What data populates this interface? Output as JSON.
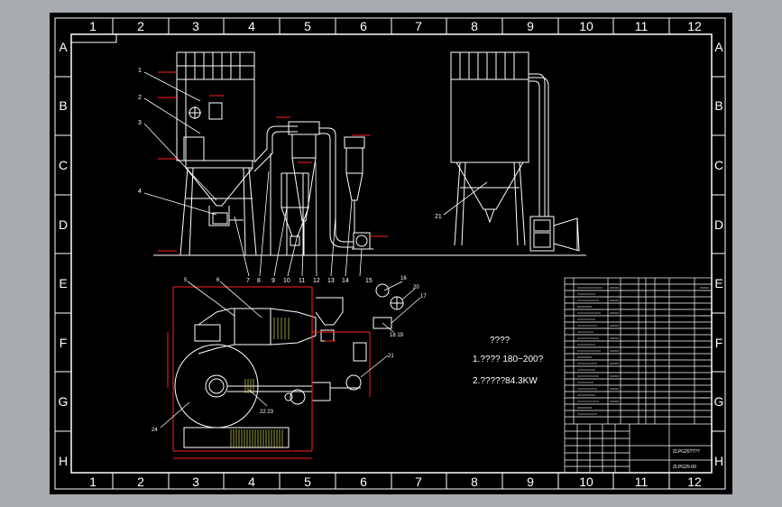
{
  "colors": {
    "viewport_bg": "#a7abb0",
    "sheet_bg": "#000000",
    "line": "#ffffff",
    "dimension": "#ff2020",
    "hatch": "#ffff66",
    "note": "#ffffff"
  },
  "grid": {
    "columns": [
      "1",
      "2",
      "3",
      "4",
      "5",
      "6",
      "7",
      "8",
      "9",
      "10",
      "11",
      "12"
    ],
    "rows": [
      "A",
      "B",
      "C",
      "D",
      "E",
      "F",
      "G",
      "H"
    ]
  },
  "callouts": {
    "top": [
      "1",
      "2",
      "3",
      "4"
    ],
    "bottom": [
      "7",
      "8",
      "9",
      "10",
      "11",
      "12",
      "13",
      "14",
      "15"
    ],
    "plan": [
      "5",
      "6",
      "16",
      "17",
      "18 19",
      "20",
      "21",
      "22 23",
      "24"
    ],
    "right_view": "21"
  },
  "notes": {
    "heading": "????",
    "line1": "1.????  180~200?",
    "line2": "2.?????84.3KW"
  },
  "title_block": {
    "drawing_title": "ZLPG25????",
    "drawing_number": "ZLPG25-00"
  }
}
